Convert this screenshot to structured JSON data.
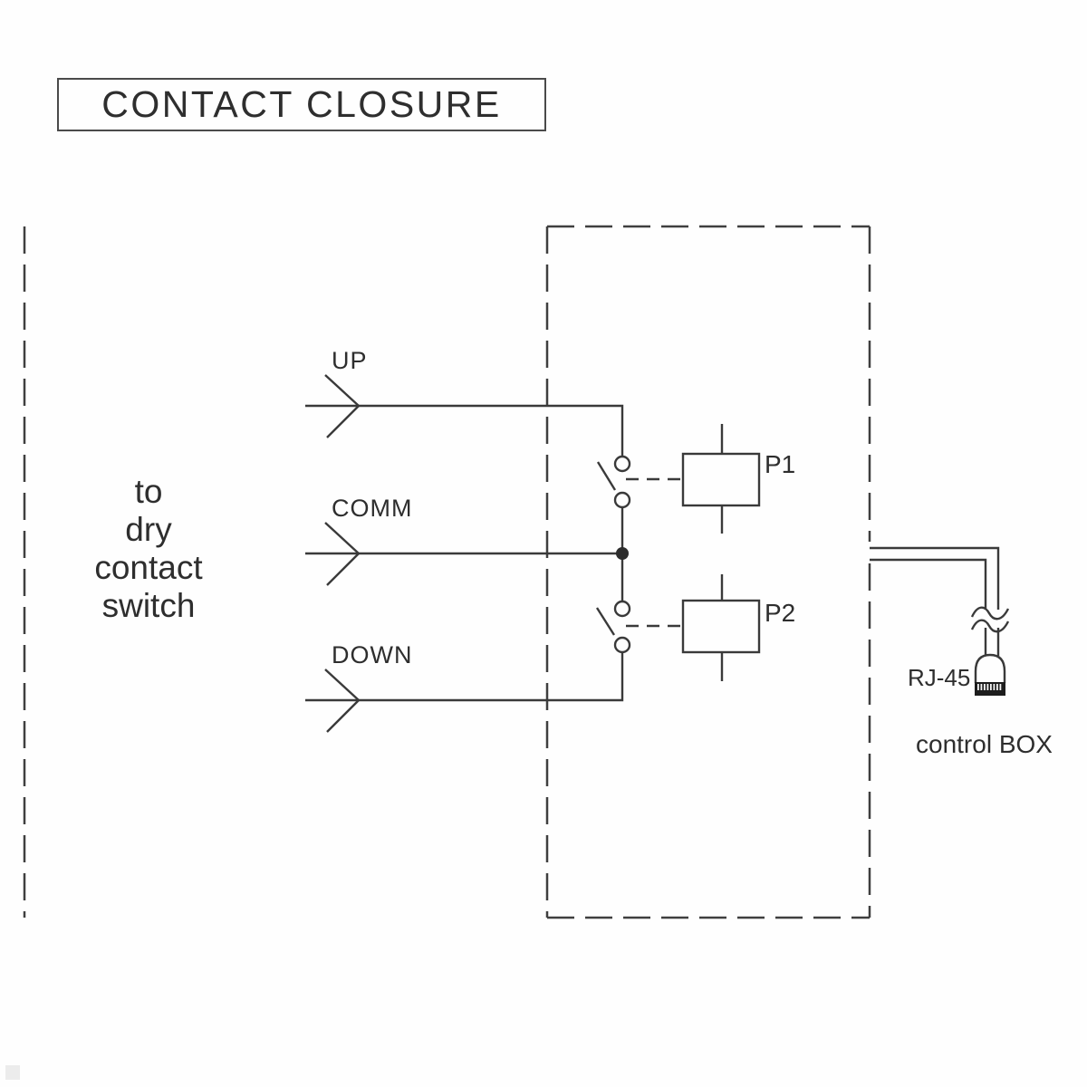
{
  "diagram": {
    "title": "CONTACT CLOSURE",
    "source_label": {
      "line1": "to",
      "line2": "dry",
      "line3": "contact",
      "line4": "switch"
    },
    "signals": {
      "up": "UP",
      "comm": "COMM",
      "down": "DOWN"
    },
    "relays": {
      "p1": "P1",
      "p2": "P2"
    },
    "connector": {
      "type": "RJ-45",
      "target": "control BOX"
    }
  },
  "colors": {
    "line": "#3a3a3a",
    "text": "#2e2e2e",
    "background": "#fefefe",
    "pin_block": "#1d1d1d"
  }
}
